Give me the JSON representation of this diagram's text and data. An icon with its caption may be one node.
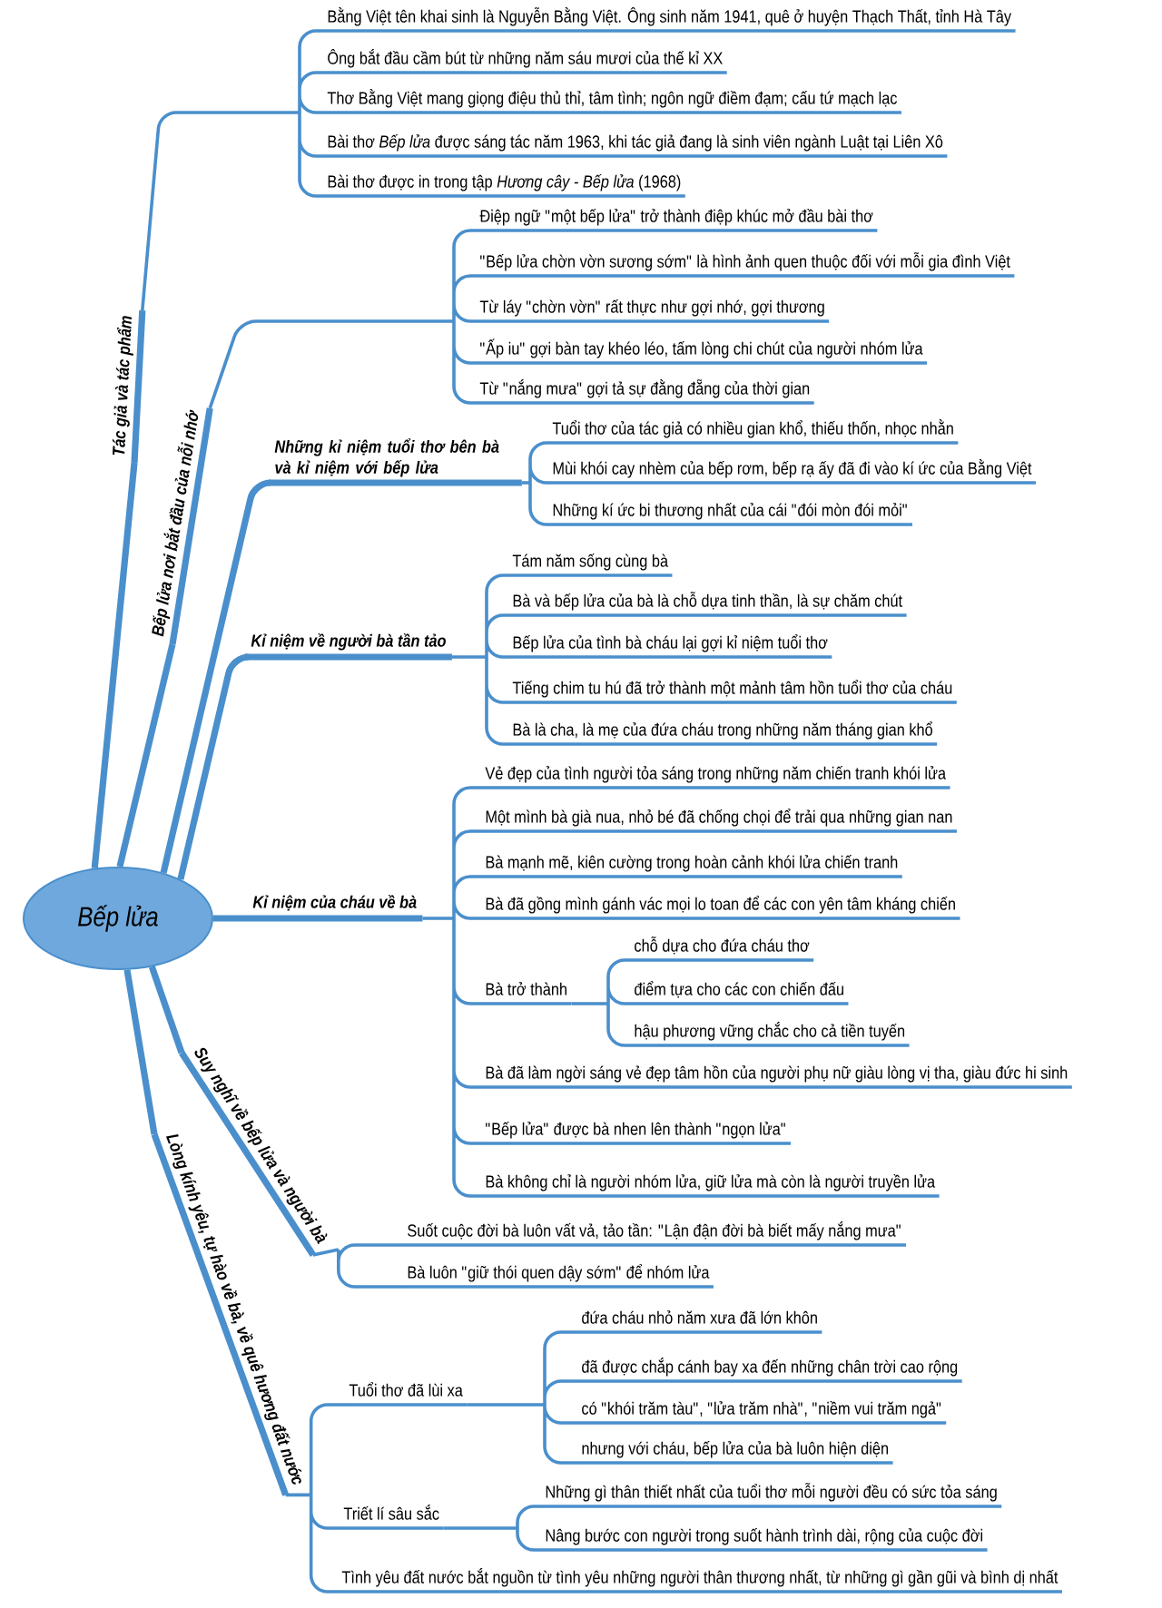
{
  "diagram": {
    "nodes": [
      {
        "text": [
          "Bếp lửa"
        ]
      },
      {
        "text": [
          "Tác giả và tác phẩm"
        ]
      },
      {
        "text": [
          "Bằng Việt tên khai sinh là Nguyễn Bằng Việt. Ông sinh năm 1941, quê ở huyện Thạch Thất, tỉnh Hà Tây"
        ]
      },
      {
        "text": [
          "Ông bắt đầu cầm bút từ những năm sáu mươi của thế kỉ XX"
        ]
      },
      {
        "text": [
          "Thơ Bằng Việt mang giọng điệu thủ thỉ, tâm tình; ngôn ngữ điềm đạm; cấu tứ mạch lạc"
        ]
      },
      {
        "text": [
          "Bài thơ *Bếp lửa* được sáng tác năm 1963, khi tác giả đang là sinh viên ngành Luật tại Liên Xô"
        ]
      },
      {
        "text": [
          "Bài thơ được in trong tập *Hương cây - Bếp lửa* (1968)"
        ]
      },
      {
        "text": [
          "Bếp lửa nơi bắt đầu của nỗi nhớ"
        ]
      },
      {
        "text": [
          "Điệp ngữ \"một bếp lửa\" trở thành điệp khúc mở đầu bài thơ"
        ]
      },
      {
        "text": [
          "\"Bếp lửa chờn vờn sương sớm\" là hình ảnh quen thuộc đối với mỗi gia đình Việt"
        ]
      },
      {
        "text": [
          "Từ láy \"chờn vờn\" rất thực như gợi nhớ, gợi thương"
        ]
      },
      {
        "text": [
          "\"Ấp iu\" gợi bàn tay khéo léo, tấm lòng chi chút của người nhóm lửa"
        ]
      },
      {
        "text": [
          "Từ \"nắng mưa\" gợi tả sự đằng đẵng của thời gian"
        ]
      },
      {
        "text": [
          "Những kỉ niệm tuổi thơ bên bà và kỉ niệm với bếp lửa"
        ]
      },
      {
        "text": [
          "Tuổi thơ của tác giả có nhiều gian khổ, thiếu thốn, nhọc nhằn"
        ]
      },
      {
        "text": [
          "Mùi khói cay nhèm của bếp rơm, bếp rạ ấy đã đi vào kí ức của Bằng Việt"
        ]
      },
      {
        "text": [
          "Những kí ức bi thương nhất của cái \"đói mòn đói mỏi\""
        ]
      },
      {
        "text": [
          "Kỉ niệm về người bà tần tảo"
        ]
      },
      {
        "text": [
          "Tám năm sống cùng bà"
        ]
      },
      {
        "text": [
          "Bà và bếp lửa của bà là chỗ dựa tinh thần, là sự chăm chút"
        ]
      },
      {
        "text": [
          "Bếp lửa của tình bà cháu lại gợi kỉ niệm tuổi thơ"
        ]
      },
      {
        "text": [
          "Tiếng chim tu hú đã trở thành một mảnh tâm hồn tuổi thơ của cháu"
        ]
      },
      {
        "text": [
          "Bà là cha, là mẹ của đứa cháu trong những năm tháng gian khổ"
        ]
      },
      {
        "text": [
          "Kỉ niệm của cháu về bà"
        ]
      },
      {
        "text": [
          "Vẻ đẹp của tình người tỏa sáng trong những năm chiến tranh khói lửa"
        ]
      },
      {
        "text": [
          "Một mình bà già nua, nhỏ bé đã chống chọi để trải qua những gian nan"
        ]
      },
      {
        "text": [
          "Bà mạnh mẽ, kiên cường trong hoàn cảnh khói lửa chiến tranh"
        ]
      },
      {
        "text": [
          "Bà đã gồng mình gánh vác mọi lo toan để các con yên tâm kháng chiến"
        ]
      },
      {
        "text": [
          "Bà trở thành"
        ]
      },
      {
        "text": [
          "chỗ dựa cho đứa cháu thơ"
        ]
      },
      {
        "text": [
          "điểm tựa cho các con chiến đấu"
        ]
      },
      {
        "text": [
          "hậu phương vững chắc cho cả tiền tuyến"
        ]
      },
      {
        "text": [
          "Bà đã làm ngời sáng vẻ đẹp tâm hồn của người phụ nữ giàu lòng vị tha, giàu đức hi sinh"
        ]
      },
      {
        "text": [
          "\"Bếp lửa\" được bà nhen lên thành \"ngọn lửa\""
        ]
      },
      {
        "text": [
          "Bà không chỉ là người nhóm lửa, giữ lửa mà còn là người truyền lửa"
        ]
      },
      {
        "text": [
          "Suy nghĩ về bếp lửa và người bà"
        ]
      },
      {
        "text": [
          "Suốt cuộc đời bà luôn vất vả, tảo tần: \"Lận đận đời bà biết mấy nắng mưa\""
        ]
      },
      {
        "text": [
          "Bà luôn \"giữ thói quen dậy sớm\" để nhóm lửa"
        ]
      },
      {
        "text": [
          "Lòng kính yêu, tự hào về bà, về quê hương đất nước"
        ]
      },
      {
        "text": [
          "Tuổi thơ đã lùi xa"
        ]
      },
      {
        "text": [
          "đứa cháu nhỏ năm xưa đã lớn khôn"
        ]
      },
      {
        "text": [
          "đã được chắp cánh bay xa đến những chân trời cao rộng"
        ]
      },
      {
        "text": [
          "có \"khói trăm tàu\", \"lửa trăm nhà\", \"niềm vui trăm ngả\""
        ]
      },
      {
        "text": [
          "nhưng với cháu, bếp lửa của bà luôn hiện diện"
        ]
      },
      {
        "text": [
          "Triết lí sâu sắc"
        ]
      },
      {
        "text": [
          "Những gì thân thiết nhất của tuổi thơ mỗi người đều có sức tỏa sáng"
        ]
      },
      {
        "text": [
          "Nâng bước con người trong suốt hành trình dài, rộng của cuộc đời"
        ]
      },
      {
        "text": [
          "Tình yêu đất nước bắt nguồn từ tình yêu những người thân thương nhất, từ những gì gần gũi và bình dị nhất"
        ]
      }
    ],
    "edges": [
      {
        "from": 0,
        "to": 1,
        "arrow": "none",
        "style": "thick"
      },
      {
        "from": 1,
        "to": 2,
        "arrow": "none"
      },
      {
        "from": 1,
        "to": 3,
        "arrow": "none"
      },
      {
        "from": 1,
        "to": 4,
        "arrow": "none"
      },
      {
        "from": 1,
        "to": 5,
        "arrow": "none"
      },
      {
        "from": 1,
        "to": 6,
        "arrow": "none"
      },
      {
        "from": 0,
        "to": 7,
        "arrow": "none",
        "style": "thick"
      },
      {
        "from": 7,
        "to": 8,
        "arrow": "none"
      },
      {
        "from": 7,
        "to": 9,
        "arrow": "none"
      },
      {
        "from": 7,
        "to": 10,
        "arrow": "none"
      },
      {
        "from": 7,
        "to": 11,
        "arrow": "none"
      },
      {
        "from": 7,
        "to": 12,
        "arrow": "none"
      },
      {
        "from": 0,
        "to": 13,
        "arrow": "none",
        "style": "thick"
      },
      {
        "from": 13,
        "to": 14,
        "arrow": "none"
      },
      {
        "from": 13,
        "to": 15,
        "arrow": "none"
      },
      {
        "from": 13,
        "to": 16,
        "arrow": "none"
      },
      {
        "from": 0,
        "to": 17,
        "arrow": "none",
        "style": "thick"
      },
      {
        "from": 17,
        "to": 18,
        "arrow": "none"
      },
      {
        "from": 17,
        "to": 19,
        "arrow": "none"
      },
      {
        "from": 17,
        "to": 20,
        "arrow": "none"
      },
      {
        "from": 17,
        "to": 21,
        "arrow": "none"
      },
      {
        "from": 17,
        "to": 22,
        "arrow": "none"
      },
      {
        "from": 0,
        "to": 23,
        "arrow": "none",
        "style": "thick"
      },
      {
        "from": 23,
        "to": 24,
        "arrow": "none"
      },
      {
        "from": 23,
        "to": 25,
        "arrow": "none"
      },
      {
        "from": 23,
        "to": 26,
        "arrow": "none"
      },
      {
        "from": 23,
        "to": 27,
        "arrow": "none"
      },
      {
        "from": 23,
        "to": 28,
        "arrow": "none"
      },
      {
        "from": 28,
        "to": 29,
        "arrow": "none"
      },
      {
        "from": 28,
        "to": 30,
        "arrow": "none"
      },
      {
        "from": 28,
        "to": 31,
        "arrow": "none"
      },
      {
        "from": 23,
        "to": 32,
        "arrow": "none"
      },
      {
        "from": 23,
        "to": 33,
        "arrow": "none"
      },
      {
        "from": 23,
        "to": 34,
        "arrow": "none"
      },
      {
        "from": 0,
        "to": 35,
        "arrow": "none",
        "style": "thick"
      },
      {
        "from": 35,
        "to": 36,
        "arrow": "none"
      },
      {
        "from": 35,
        "to": 37,
        "arrow": "none"
      },
      {
        "from": 0,
        "to": 38,
        "arrow": "none",
        "style": "thick"
      },
      {
        "from": 38,
        "to": 39,
        "arrow": "none"
      },
      {
        "from": 39,
        "to": 40,
        "arrow": "none"
      },
      {
        "from": 39,
        "to": 41,
        "arrow": "none"
      },
      {
        "from": 39,
        "to": 42,
        "arrow": "none"
      },
      {
        "from": 39,
        "to": 43,
        "arrow": "none"
      },
      {
        "from": 38,
        "to": 44,
        "arrow": "none"
      },
      {
        "from": 44,
        "to": 45,
        "arrow": "none"
      },
      {
        "from": 44,
        "to": 46,
        "arrow": "none"
      },
      {
        "from": 38,
        "to": 47,
        "arrow": "none"
      }
    ]
  }
}
